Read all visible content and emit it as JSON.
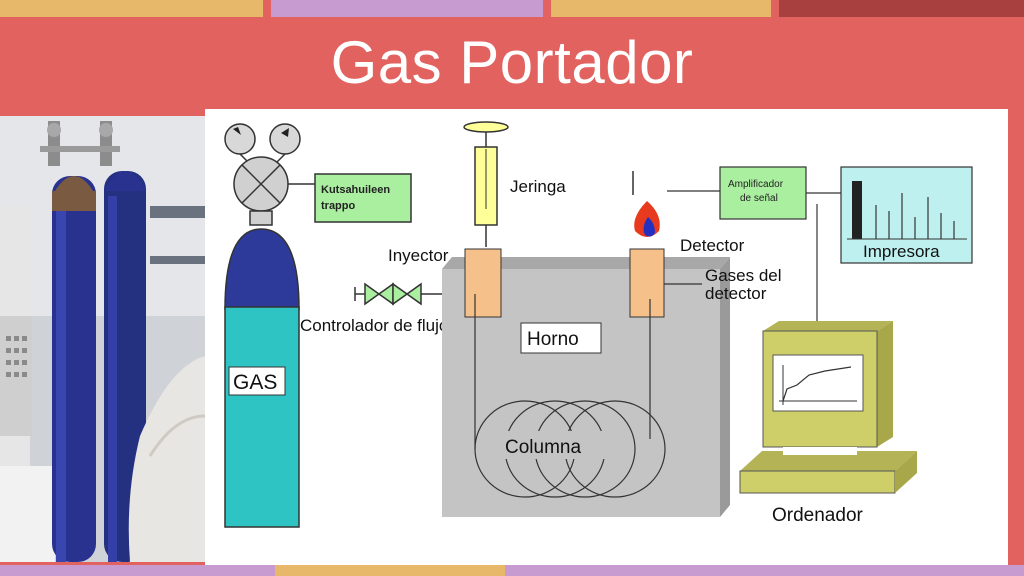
{
  "slide": {
    "title": "Gas Portador",
    "colors": {
      "background": "#e2625f",
      "title_text": "#ffffff"
    },
    "top_stripes": [
      "#e7b86a",
      "#c79ad0",
      "#e7b86a",
      "#a8403f"
    ],
    "bottom_stripes": [
      "#c79ad0",
      "#e7b86a",
      "#c79ad0"
    ]
  },
  "diagram": {
    "labels": {
      "trap": [
        "Kutsahuileen",
        "trappo"
      ],
      "gas": "GAS",
      "syringe": "Jeringa",
      "injector": "Inyector",
      "flow_controller": "Controlador de flujo",
      "oven": "Horno",
      "column": "Columna",
      "detector": "Detector",
      "detector_gases": [
        "Gases del",
        "detector"
      ],
      "amplifier": [
        "Amplificador",
        "de señal"
      ],
      "printer": "Impresora",
      "computer": "Ordenador"
    },
    "colors": {
      "cylinder_top": "#2e3a9a",
      "cylinder_body": "#2ec4c4",
      "trap_box": "#aaeea0",
      "printer_box": "#bff0f0",
      "oven": "#c4c4c4",
      "computer": "#cfcf6a",
      "port": "#f5c08a",
      "syringe": "#ffff99"
    }
  }
}
